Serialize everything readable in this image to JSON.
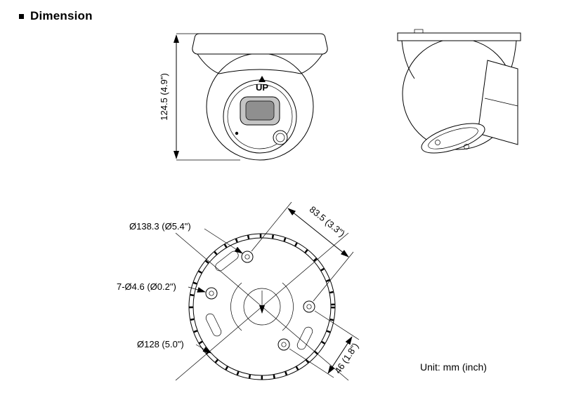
{
  "page": {
    "title": "Dimension",
    "unit_note": "Unit: mm (inch)"
  },
  "front_view": {
    "height_dim": "124.5 (4.9\")",
    "up_label": "UP"
  },
  "bottom_view": {
    "outer_diameter": "Ø138.3 (Ø5.4\")",
    "mount_holes": "7-Ø4.6 (Ø0.2\")",
    "bolt_circle": "Ø128 (5.0\")",
    "hole_spacing_long": "83.5 (3.3\")",
    "hole_spacing_short": "46 (1.8\")"
  },
  "colors": {
    "line": "#000000",
    "lens_outer": "#c4c4c4",
    "lens_inner": "#8f8f8f"
  }
}
